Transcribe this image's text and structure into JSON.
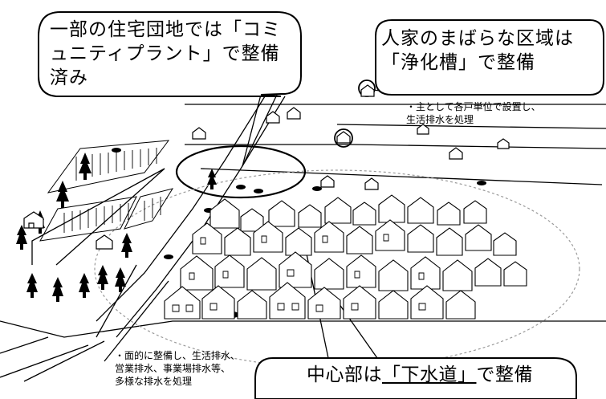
{
  "callouts": {
    "community_plant": {
      "line1": "一部の住宅団地では「コミ",
      "line2": "ュニティプラント」で整備",
      "line3": "済み"
    },
    "septic_tank": {
      "line1": "人家のまばらな区域は",
      "line2": "「浄化槽」で整備"
    },
    "sewerage": {
      "before": "中心部は",
      "term": "「下水道」",
      "after": "で整備"
    }
  },
  "notes": {
    "septic": {
      "line1": "・主として各戸単位で設置し、",
      "line2": "生活排水を処理"
    },
    "sewer": {
      "line1": "・面的に整備し、生活排水、",
      "line2": "営業排水、事業場排水等、",
      "line3": "多様な排水を処理"
    }
  }
}
